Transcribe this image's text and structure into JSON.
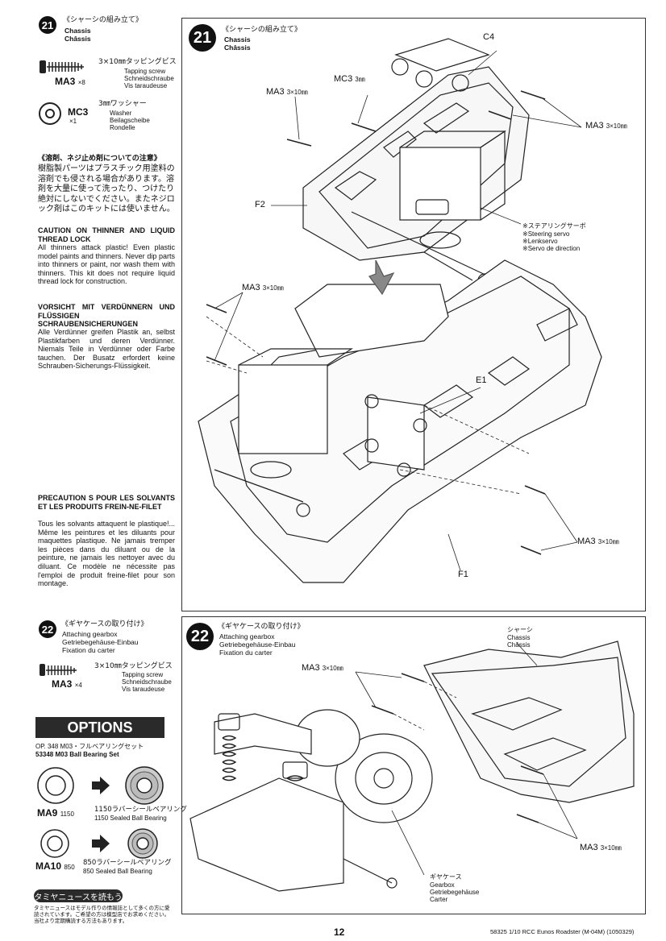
{
  "step21": {
    "number": "21",
    "title_jp": "《シャーシの組み立て》",
    "title_en": "Chassis",
    "title_de": "Châssis",
    "parts": [
      {
        "code": "MA3",
        "qty": "×8",
        "jp": "3×10㎜タッピングビス",
        "en": "Tapping screw",
        "de": "Schneidschraube",
        "fr": "Vis taraudeuse"
      },
      {
        "code": "MC3",
        "qty": "×1",
        "jp": "3㎜ワッシャー",
        "en": "Washer",
        "de": "Beilagscheibe",
        "fr": "Rondelle"
      }
    ]
  },
  "caution": {
    "jp_title": "《溶剤、ネジ止め剤についての注意》",
    "jp_body": "樹脂製パーツはプラスチック用塗料の溶剤でも侵される場合があります。溶剤を大量に使って洗ったり、つけたり絶対にしないでください。またネジロック剤はこのキットには使いません。",
    "en_title": "CAUTION ON THINNER AND LIQUID THREAD LOCK",
    "en_body": "All thinners attack plastic! Even plastic model paints and thinners. Never dip parts into thinners or paint, nor wash them with thinners. This kit does not require liquid thread lock for construction.",
    "de_title": "VORSICHT MIT VERDÜNNERN UND FLÜSSIGEN SCHRAUBENSICHERUNGEN",
    "de_body": "Alle Verdünner greifen Plastik an, selbst Plastikfarben und deren Verdünner. Niemals Teile in Verdünner oder Farbe tauchen. Der Busatz erfordert keine Schrauben-Sicherungs-Flüssigkeit.",
    "fr_title": "PRECAUTION S POUR LES SOLVANTS ET LES PRODUITS FREIN-NE-FILET",
    "fr_body": "Tous les solvants attaquent le plastique!... Même les peintures et les diluants pour maquettes plastique. Ne jamais tremper les pièces dans du diluant ou de la peinture, ne jamais les nettoyer avec du diluant. Ce modèle ne nécessite pas l'emploi de produit freine-filet pour son montage."
  },
  "diagram21": {
    "badge": "21",
    "title_jp": "《シャーシの組み立て》",
    "title_en": "Chassis",
    "title_de": "Châssis",
    "labels": {
      "c4": "C4",
      "mc3": "MC3",
      "mc3_size": "3㎜",
      "ma3_a": "MA3",
      "ma3_a_size": "3×10㎜",
      "ma3_b": "MA3",
      "ma3_b_size": "3×10㎜",
      "ma3_c": "MA3",
      "ma3_c_size": "3×10㎜",
      "ma3_d": "MA3",
      "ma3_d_size": "3×10㎜",
      "f2": "F2",
      "e1": "E1",
      "f1": "F1",
      "servo_jp": "※ステアリングサーボ",
      "servo_en": "※Steering servo",
      "servo_de": "※Lenkservo",
      "servo_fr": "※Servo de direction"
    }
  },
  "step22": {
    "number": "22",
    "title_jp": "《ギヤケースの取り付け》",
    "title_en": "Attaching gearbox",
    "title_de": "Getriebegehäuse-Einbau",
    "title_fr": "Fixation du carter",
    "part": {
      "code": "MA3",
      "qty": "×4",
      "jp": "3×10㎜タッピングビス",
      "en": "Tapping screw",
      "de": "Schneidschraube",
      "fr": "Vis taraudeuse"
    }
  },
  "options": {
    "heading": "OPTIONS",
    "item_line1": "OP. 348  M03・フルベアリングセット",
    "item_line2": "53348 M03 Ball Bearing Set",
    "rows": [
      {
        "code": "MA9",
        "size": "1150",
        "jp": "1150ラバーシールベアリング",
        "en": "1150 Sealed Ball Bearing"
      },
      {
        "code": "MA10",
        "size": "850",
        "jp": "850ラバーシールベアリング",
        "en": "850 Sealed Ball Bearing"
      }
    ]
  },
  "news": {
    "pill": "タミヤニュースを読もう",
    "body": "タミヤニュースはモデル作りの情報誌として多くの方に愛読されています。ご希望の方は模型店でお求めください。当社より定期購読する方法もあります。"
  },
  "diagram22": {
    "badge": "22",
    "title_jp": "《ギヤケースの取り付け》",
    "title_en": "Attaching gearbox",
    "title_de": "Getriebegehäuse-Einbau",
    "title_fr": "Fixation du carter",
    "labels": {
      "chassis_jp": "シャーシ",
      "chassis_en": "Chassis",
      "chassis_fr": "Châssis",
      "ma3_a": "MA3",
      "ma3_a_size": "3×10㎜",
      "ma3_b": "MA3",
      "ma3_b_size": "3×10㎜",
      "gearbox_jp": "ギヤケース",
      "gearbox_en": "Gearbox",
      "gearbox_de": "Getriebegehäuse",
      "gearbox_fr": "Carter"
    }
  },
  "footer": {
    "page": "12",
    "info": "58325  1/10 RCC Eunos Roadster (M-04M) (1050329)"
  }
}
